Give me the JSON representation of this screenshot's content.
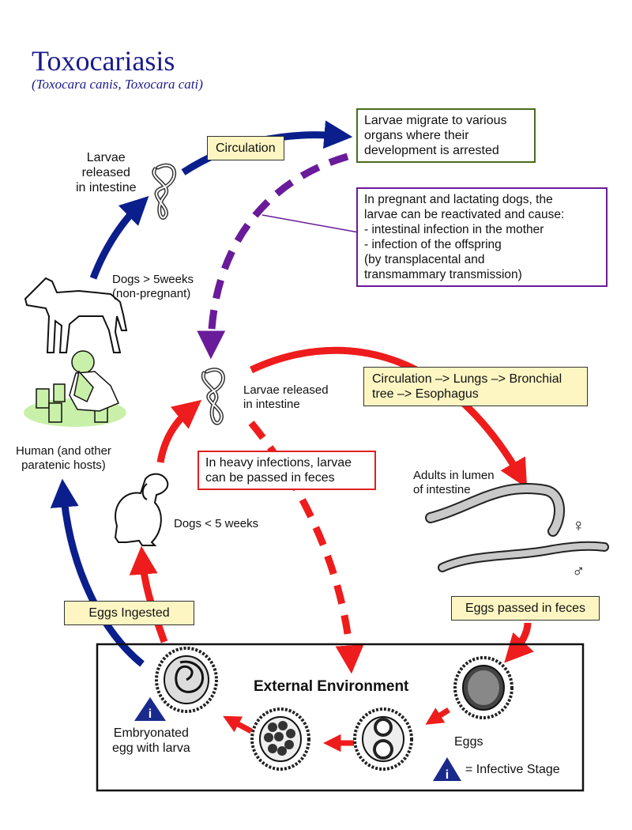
{
  "title": "Toxocariasis",
  "subtitle": "(Toxocara canis, Toxocara cati)",
  "labels": {
    "larvae_released_top": "Larvae\nreleased\nin intestine",
    "circulation": "Circulation",
    "larvae_migrate": "Larvae migrate to various\norgans where their\ndevelopment is arrested",
    "pregnant_dogs": "In pregnant and lactating dogs, the\nlarvae can be reactivated and cause:\n  - intestinal infection in the mother\n  - infection of the offspring\n     (by transplacental and\n      transmammary transmission)",
    "dogs_over_5": "Dogs > 5weeks\n(non-pregnant)",
    "larvae_released_mid": "Larvae released\nin intestine",
    "circulation_lungs": "Circulation –> Lungs –> Bronchial\ntree –> Esophagus",
    "human_hosts": "Human (and other\nparatenic hosts)",
    "heavy_infections": "In heavy infections, larvae\ncan be passed in feces",
    "adults_lumen": "Adults in lumen\nof intestine",
    "female_symbol": "♀",
    "male_symbol": "♂",
    "dogs_under_5": "Dogs < 5 weeks",
    "eggs_ingested": "Eggs Ingested",
    "eggs_passed": "Eggs passed in feces",
    "external_environment": "External Environment",
    "embryonated_egg": "Embryonated\negg with larva",
    "eggs": "Eggs",
    "infective_stage": "= Infective Stage",
    "infective_icon_letter": "i"
  },
  "colors": {
    "title": "#1a1a8c",
    "blue_arrow": "#0a1f8c",
    "red_arrow": "#ee1c1c",
    "purple_arrow": "#6a1b9a",
    "green_box": "#4a6b1e",
    "callout_fill": "#fdf6c3",
    "grass": "#c9f0a8"
  }
}
